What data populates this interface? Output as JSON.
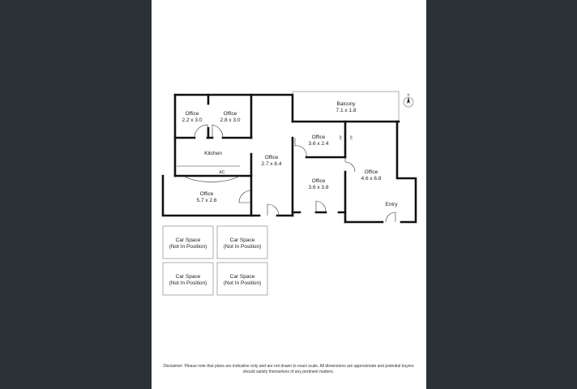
{
  "floorplan": {
    "rooms": [
      {
        "name": "Office",
        "size": "2.2 x 3.0"
      },
      {
        "name": "Office",
        "size": "2.8 x 3.0"
      },
      {
        "name": "Kitchen",
        "size": ""
      },
      {
        "name": "Office",
        "size": "2.7 x 8.4"
      },
      {
        "name": "Office",
        "size": "5.7 x 2.6"
      },
      {
        "name": "Balcony",
        "size": "7.1 x 1.8"
      },
      {
        "name": "Office",
        "size": "3.6 x 2.4"
      },
      {
        "name": "Office",
        "size": "3.6 x 3.8"
      },
      {
        "name": "Office",
        "size": "4.6 x 6.8"
      },
      {
        "name": "Entry",
        "size": ""
      }
    ],
    "ac_label": "AC",
    "ac_vertical": "AC",
    "compass": "N",
    "car_spaces": [
      {
        "line1": "Car Space",
        "line2": "(Not In Position)"
      },
      {
        "line1": "Car Space",
        "line2": "(Not In Position)"
      },
      {
        "line1": "Car Space",
        "line2": "(Not In Position)"
      },
      {
        "line1": "Car Space",
        "line2": "(Not In Position)"
      }
    ]
  },
  "disclaimer": "Disclaimer: Please note that plans are indicative only and are not drawn to exact scale. All dimensions are approximate and potential buyers should satisfy themselves of any pertinent matters."
}
